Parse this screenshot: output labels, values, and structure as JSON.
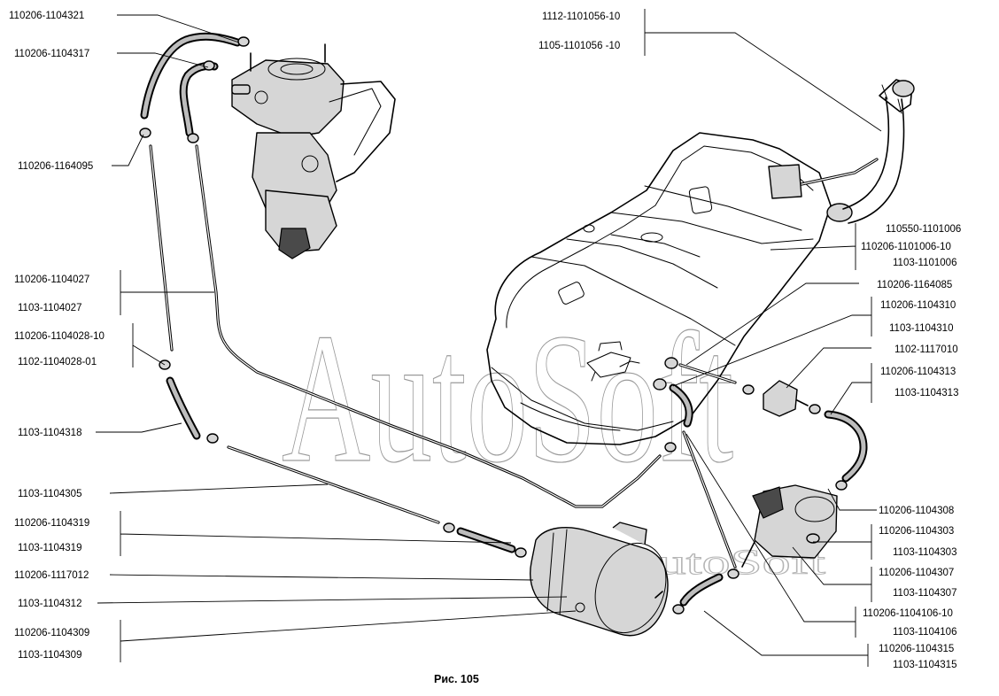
{
  "watermark": {
    "main": "AutoSoft",
    "small": "AutoSoft"
  },
  "caption": "Рис. 105",
  "labels": {
    "l1104321": "110206-1104321",
    "l1104317": "110206-1104317",
    "l1164095": "110206-1164095",
    "l1104027a": "110206-1104027",
    "l1104027b": "1103-1104027",
    "l1104028a": "110206-1104028-10",
    "l1104028b": "1102-1104028-01",
    "l1104318": "1103-1104318",
    "l1104305": "1103-1104305",
    "l1104319a": "110206-1104319",
    "l1104319b": "1103-1104319",
    "l1117012": "110206-1117012",
    "l1104312": "1103-1104312",
    "l1104309a": "110206-1104309",
    "l1104309b": "1103-1104309",
    "l1101056a": "1112-1101056-10",
    "l1101056b": "1105-1101056 -10",
    "l1101006a": "110550-1101006",
    "l1101006b": "110206-1101006-10",
    "l1101006c": "1103-1101006",
    "l1164085": "110206-1164085",
    "l1104310a": "110206-1104310",
    "l1104310b": "1103-1104310",
    "l1117010": "1102-1117010",
    "l1104313a": "110206-1104313",
    "l1104313b": "1103-1104313",
    "l1104308": "110206-1104308",
    "l1104303a": "110206-1104303",
    "l1104303b": "1103-1104303",
    "l1104307a": "110206-1104307",
    "l1104307b": "1103-1104307",
    "l1104106a": "110206-1104106-10",
    "l1104106b": "1103-1104106",
    "l1104315a": "110206-1104315",
    "l1104315b": "1103-1104315"
  }
}
